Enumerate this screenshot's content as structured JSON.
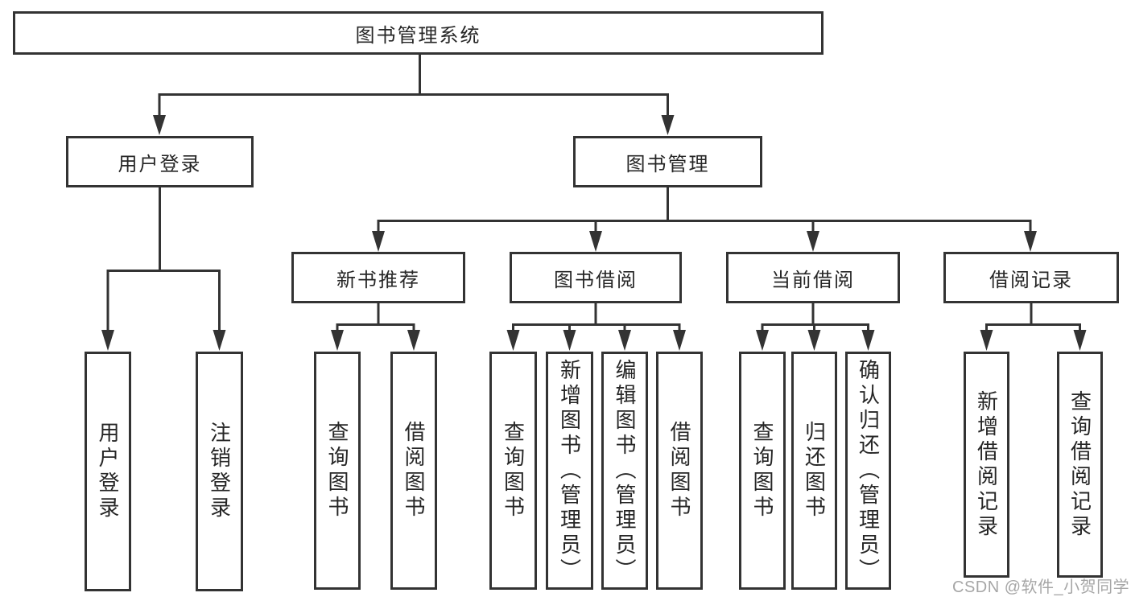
{
  "title": "图书管理系统",
  "watermark": "CSDN @软件_小贺同学",
  "colors": {
    "line": "#333333",
    "border": "#333333",
    "text": "#262626",
    "watermark": "#a6a6a6",
    "background": "#ffffff"
  },
  "branches": [
    {
      "label": "用户登录",
      "children": [
        {
          "label": "用户登录"
        },
        {
          "label": "注销登录"
        }
      ]
    },
    {
      "label": "图书管理",
      "modules": [
        {
          "label": "新书推荐",
          "children": [
            {
              "label": "查询图书"
            },
            {
              "label": "借阅图书"
            }
          ]
        },
        {
          "label": "图书借阅",
          "children": [
            {
              "label": "查询图书"
            },
            {
              "label": "新增图书（管理员）"
            },
            {
              "label": "编辑图书（管理员）"
            },
            {
              "label": "借阅图书"
            }
          ]
        },
        {
          "label": "当前借阅",
          "children": [
            {
              "label": "查询图书"
            },
            {
              "label": "归还图书"
            },
            {
              "label": "确认归还（管理员）"
            }
          ]
        },
        {
          "label": "借阅记录",
          "children": [
            {
              "label": "新增借阅记录"
            },
            {
              "label": "查询借阅记录"
            }
          ]
        }
      ]
    }
  ]
}
